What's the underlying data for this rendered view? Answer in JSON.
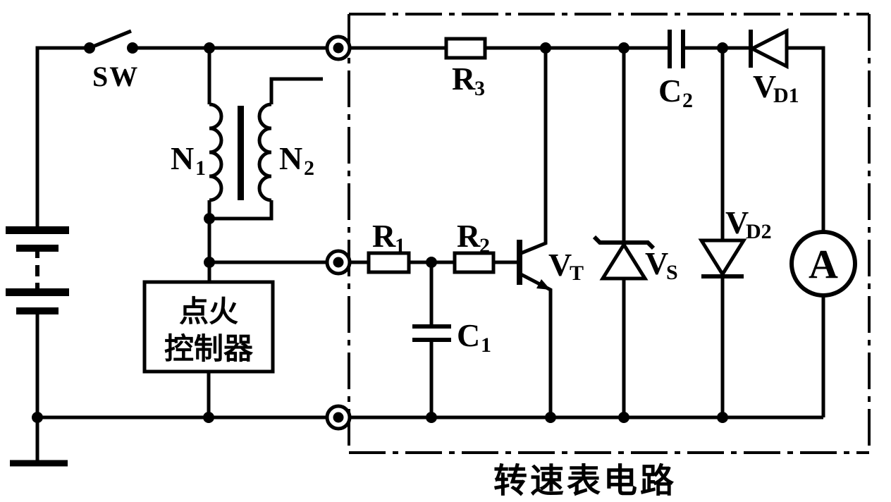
{
  "caption": "转速表电路",
  "colors": {
    "ink": "#000000",
    "background": "#ffffff"
  },
  "components": {
    "switch": {
      "label": "SW"
    },
    "primary_winding": {
      "label_main": "N",
      "label_sub": "1"
    },
    "secondary_winding": {
      "label_main": "N",
      "label_sub": "2"
    },
    "resistor_r1": {
      "label_main": "R",
      "label_sub": "1"
    },
    "resistor_r2": {
      "label_main": "R",
      "label_sub": "2"
    },
    "resistor_r3": {
      "label_main": "R",
      "label_sub": "3"
    },
    "capacitor_c1": {
      "label_main": "C",
      "label_sub": "1"
    },
    "capacitor_c2": {
      "label_main": "C",
      "label_sub": "2"
    },
    "transistor_vt": {
      "label_main": "V",
      "label_sub": "T"
    },
    "zener_vs": {
      "label_main": "V",
      "label_sub": "S"
    },
    "diode_vd1": {
      "label_main": "V",
      "label_sub": "D1"
    },
    "diode_vd2": {
      "label_main": "V",
      "label_sub": "D2"
    },
    "ammeter": {
      "label": "A"
    },
    "ignition_controller": {
      "label_line1": "点火",
      "label_line2": "控制器"
    }
  }
}
